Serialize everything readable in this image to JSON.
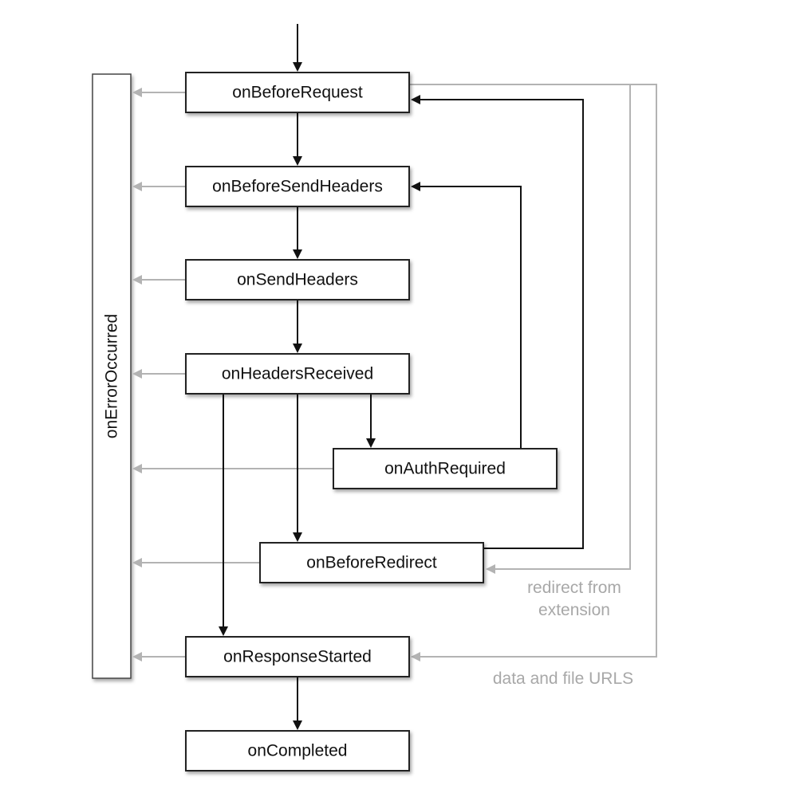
{
  "events": {
    "on_before_request": "onBeforeRequest",
    "on_before_send_headers": "onBeforeSendHeaders",
    "on_send_headers": "onSendHeaders",
    "on_headers_received": "onHeadersReceived",
    "on_auth_required": "onAuthRequired",
    "on_before_redirect": "onBeforeRedirect",
    "on_response_started": "onResponseStarted",
    "on_completed": "onCompleted",
    "on_error_occurred": "onErrorOccurred"
  },
  "annotations": {
    "redirect_line1": "redirect from",
    "redirect_line2": "extension",
    "data_file_urls": "data and file URLS"
  },
  "colors": {
    "flow_arrow": "#111111",
    "error_arrow": "#b3b3b3",
    "annotation_text": "#a8a8a8"
  }
}
